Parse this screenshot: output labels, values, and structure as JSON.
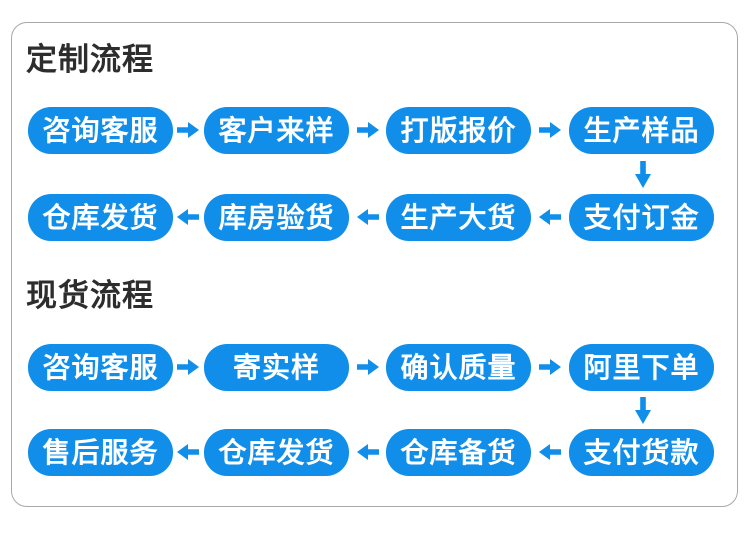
{
  "colors": {
    "pill_bg": "#108ee9",
    "pill_text": "#ffffff",
    "arrow": "#108ee9",
    "title_text": "#2d2d2d",
    "panel_border": "#a8a8a8"
  },
  "flows": [
    {
      "title": "定制流程",
      "row1": [
        "咨询客服",
        "客户来样",
        "打版报价",
        "生产样品"
      ],
      "row1_arrow_direction": "right",
      "row2": [
        "仓库发货",
        "库房验货",
        "生产大货",
        "支付订金"
      ],
      "row2_arrow_direction": "left",
      "connector": "down-arrow from 生产样品 to 支付订金"
    },
    {
      "title": "现货流程",
      "row1": [
        "咨询客服",
        "寄实样",
        "确认质量",
        "阿里下单"
      ],
      "row1_arrow_direction": "right",
      "row2": [
        "售后服务",
        "仓库发货",
        "仓库备货",
        "支付货款"
      ],
      "row2_arrow_direction": "left",
      "connector": "down-arrow from 阿里下单 to 支付货款"
    }
  ]
}
